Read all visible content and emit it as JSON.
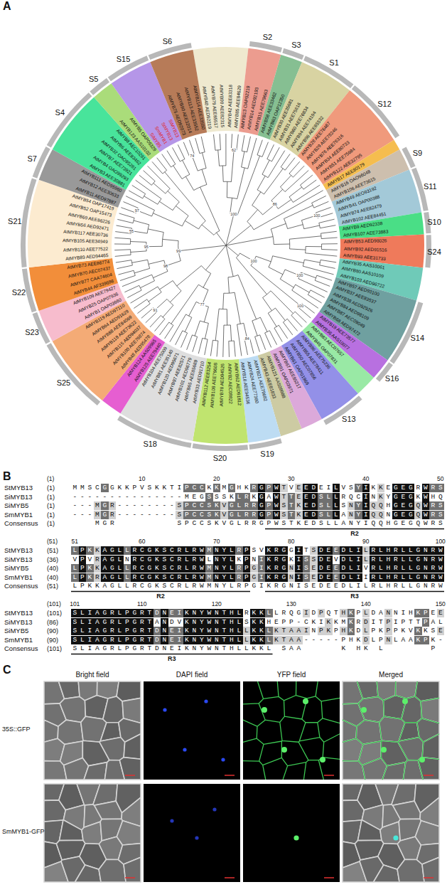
{
  "diagram": {
    "labels": [
      "A",
      "AtMYB40 AED92219",
      "AtMYB79 AEE85517",
      "AtMYB99 AEE82315",
      "AtMYB42 AEE83318",
      "AtMYB85 AEE84629",
      "AtMYB13 OAP02219",
      "AtMYB14 AED92193",
      "AtMYB15 AEE79663",
      "AtMYB58 AEE33462",
      "AtMYB63 OAP12350",
      "AtMYB30 AEE35681",
      "AtMYB31 AEE75616",
      "AtMYB60 AEE76834",
      "AtMYB94 AEE74194",
      "AtMYB96 AEE85532",
      "AtMYB28 AEE76467",
      "AtMYB29 AEE78246",
      "AtMYB76 AEE76316",
      "AtMYB34 AEE80733",
      "AtMYB51 AEE75684",
      "AtMYB122 AEE32795",
      "AtMYB17 AEE80179",
      "AtMYB16 OAO96048",
      "AtMYB106 AEE73615",
      "AtMYB49 AEO93192",
      "AtMYB41 OAP00388",
      "AtMYB74 AEE82479",
      "AtMYB102 AEE84451",
      "AtMYB9 AED92338",
      "AtMYB107 AEE73883",
      "AtMYB53 AED98026",
      "AtMYB92 AED91516",
      "AtMYB93 AEE31733",
      "AtMYB35 AAS10061",
      "AtMYB80 AAS10109",
      "AtMYB103 AED96722",
      "AtMYB57 AED93100",
      "AtMYB37 AEE83537",
      "AtMYB38 AED92926",
      "AtMYB84 AED98109",
      "AtMYB87 AEC09049",
      "AtMYB68 AED97472",
      "AtMYB19 AEE73577",
      "AtMYB36 AAS10077",
      "AtMYB83 AEC07657",
      "AtMYB46 OAP07831",
      "AtMYB86 AEE75236",
      "AtMYB55 AEE78411",
      "AtMYB50 AEC07856",
      "AtMYB61 OAP01969",
      "AtMYB67 AEE85217",
      "AtMYB91 OAP03971",
      "AtMYB121 AAS09988",
      "AtMYB43 AEE81833",
      "AtMYB21 AEE79682",
      "AtMYB24 AEE77360",
      "AtMYB18 AEE94536",
      "AtMYB62 AED91812",
      "AtMYB2 AEC08822",
      "AtMYB78 AED94526",
      "AtMYB108 AEE79608",
      "AtMYB112 AEE83254",
      "AtMYB33 AED91710",
      "AtMYB65 AEE85689",
      "AtMYB101 AED96779",
      "AtMYB97 AEE82571",
      "AtMYB120 AED95671",
      "AtMYB81 AEE35140",
      "AtMYB104 AEE75009",
      "AtMYB125 AEE79440",
      "AtMYB124 AAS09965",
      "AtMYB48 AED95478",
      "AtMYB100 AEE76874",
      "AtMYB115 AED94037",
      "AtMYB118 AEE73622",
      "AtMYB88 AEE84069",
      "AtMYB64 AED91629",
      "AtMYB119 AED97110",
      "AtMYB1 OAP03660",
      "AtMYB25 OAP07936",
      "AtMYB109 AEE79427",
      "AtMYB44 AF339698",
      "AtMYB77 CAA74604",
      "AtMYB70 AEC07437",
      "AtMYB73 AEE86774",
      "AtMYB89 AED94465",
      "AtMYB110 AEE77522",
      "AtMYB105 AEE34949",
      "AtMYB117 AEE30736",
      "AtMYB56 AED92471",
      "AtMYB69 AEE86226",
      "AtMYB52 OAP15473",
      "AtMYB54 OAP17419",
      "AtMYB11 AED97887",
      "AtMYB12 AEE30633",
      "AtMYB111 AED95960",
      "AtMYB3 AEE30881",
      "AtMYB4 OAO99293",
      "AtMYB7 AEE73921",
      "AtMYB32 OAO95281",
      "AtMYB6 AEE83462",
      "AtMYB8 AEC10291",
      "AtMYB123 AAS10102",
      "AtMYB5 OAP06329",
      "SiMYB5",
      "SmMYB1",
      "StMYB13",
      "SiMYB13",
      "AtMYB75 AED92073",
      "AtMYB90 AEE32014",
      "AtMYB113 AEE33552",
      "AtMYB114 AEE33550",
      "S2",
      "S3",
      "S1",
      "S12",
      "S9",
      "S11",
      "S10",
      "S24",
      "S14",
      "S16",
      "S13",
      "S19",
      "S20",
      "S18",
      "S25",
      "S23",
      "S22",
      "S21",
      "S7",
      "S4",
      "S5",
      "S15",
      "S6",
      "100",
      "99",
      "100",
      "98",
      "86",
      "100",
      "77",
      "95",
      "62",
      "100",
      "84",
      "91",
      "55",
      "74",
      "100",
      "97",
      "B",
      "(1)",
      "10",
      "20",
      "30",
      "40",
      "50",
      "StMYB13",
      "(1)",
      "MMSCGGKKPVSKKTIPCCKKMGHKRGPWTVEEDEILVSYIKKEGEGRWRS",
      "SiMYB13",
      "(1)",
      "---------------MEGSSSKLRKGAWTTEEDSLLRQCINKYGEGKWHQ",
      "SiMYB5",
      "(1)",
      "---MGR--------SPCCSKVGLRRGPWSTKEDSLLSNYIQQHGEGQWRS",
      "SmMYB1",
      "(1)",
      "---MGR--------SPCCSKVGLRRGPWSTKEDSLLANYIQQNGEGQWRS",
      "Consensus",
      "(1)",
      "   MGR        SPCCSKVGLRRGPWSTKEDSLLANYIQQHGEGQWRS",
      "R2",
      "(51)",
      "51",
      "60",
      "70",
      "80",
      "90",
      "100",
      "StMYB13",
      "(51)",
      "LPKKAGLLRCGKSCRLRWMNYLRPSVKRGGITSDEEDLILRLHRLLGNRW",
      "SiMYB13",
      "(36)",
      "VPVRAGLNRCGKSCRLRWLNYLKPNIKRGKISSDEVDLILRLHRLLGNRW",
      "SiMYB5",
      "(40)",
      "LPKKAGLLRCGKSCRLRWMNYLRPGIKRGNISEDEEDLIVRLHRLLGNRW",
      "SmMYB1",
      "(40)",
      "LPKRAGLLRCGKSCRLRWMNYLRPGIKRGNISEDEEDLIIRLHRLLGNRW",
      "Consensus",
      "(51)",
      "LPKKAGLLRCGKSCRLRWMNYLRPGIKRGNISEDEEDLILRLHRLLGNRW",
      "R2",
      "R3",
      "(101)",
      "101",
      "110",
      "120",
      "130",
      "140",
      "150",
      "StMYB13",
      "(101)",
      "SLIAGRLPGRTDNEIKNYWNTHLRKKLLRQGIDPQTHKPLDANNIHKPEE",
      "SiMYB13",
      "(86)",
      "SLIAGRLPGRTANDVKNYWNTHLSKKHEPP-CKIKKMKRDITPIPTTPAL",
      "SiMYB5",
      "(90)",
      "SLIAGRLPGRTDNEIKNYWNTHLLKKLKTAAINPKPHKDLPKPPKVKKSE",
      "SmMYB1",
      "(90)",
      "SLIAGRLPGRTDNEIKNYWNTHLLKKLKTAA-----PHKDLPNLAAKPK-",
      "Consensus",
      "(101)",
      "SLIAGRLPGRTDNEIKNYWNTHLLKKL SAA     K HK L      P",
      "R3",
      "C",
      "Bright field",
      "DAPI field",
      "YFP field",
      "Merged",
      "35S::GFP",
      "SmMYB1-GFP"
    ]
  }
}
